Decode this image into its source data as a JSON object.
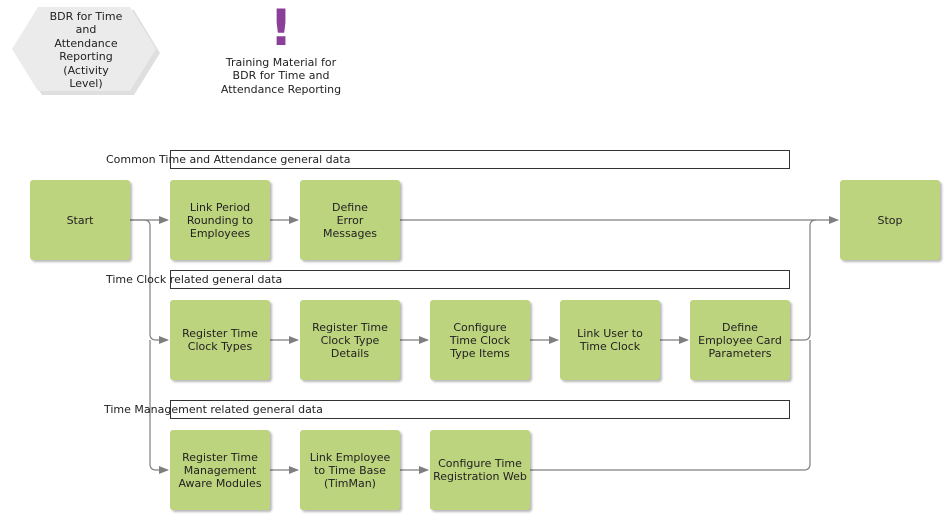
{
  "header": {
    "hexagon_label": "BDR for Time\nand\nAttendance\nReporting\n(Activity\nLevel)",
    "note_mark": "!",
    "note_label": "Training Material for\nBDR for Time and\nAttendance Reporting"
  },
  "lanes": [
    {
      "label": "Common Time and Attendance general data"
    },
    {
      "label": "Time Clock related general data"
    },
    {
      "label": "Time Management related general data"
    }
  ],
  "nodes": {
    "start": "Start",
    "stop": "Stop",
    "link_period_rounding": "Link Period\nRounding to\nEmployees",
    "define_error_messages": "Define\nError\nMessages",
    "register_time_clock_types": "Register Time\nClock Types",
    "register_time_clock_type_details": "Register Time\nClock Type\nDetails",
    "configure_time_clock_type_items": "Configure\nTime Clock\nType Items",
    "link_user_to_time_clock": "Link User to\nTime Clock",
    "define_employee_card_parameters": "Define\nEmployee Card\nParameters",
    "register_time_management_aware_modules": "Register Time\nManagement\nAware Modules",
    "link_employee_to_time_base": "Link Employee\nto Time Base\n(TimMan)",
    "configure_time_registration_web": "Configure Time\nRegistration Web"
  },
  "colors": {
    "activity_fill": "#bdd47e",
    "hexagon_fill": "#ebebeb",
    "note_mark": "#8a3f98",
    "connector": "#7f7f7f"
  }
}
